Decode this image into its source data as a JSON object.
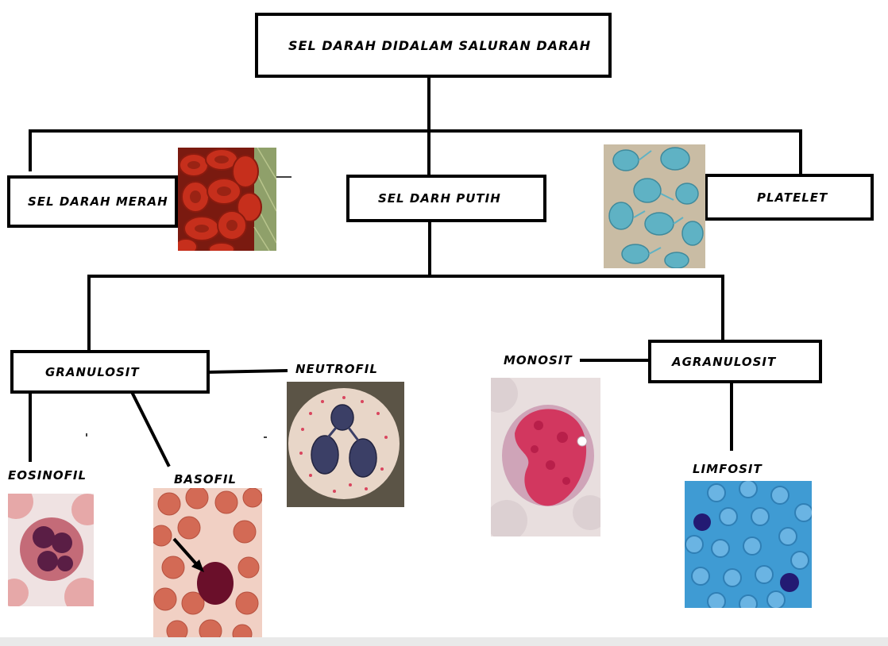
{
  "title": "SEL DARAH DIDALAM SALURAN DARAH",
  "nodes": {
    "red": "SEL DARAH MERAH",
    "white": "SEL DARH PUTIH",
    "platelet": "PLATELET",
    "granulosit": "GRANULOSIT",
    "agranulosit": "AGRANULOSIT",
    "neutrofil": "NEUTROFIL",
    "monosit": "MONOSIT",
    "eosinofil": "EOSINOFIL",
    "basofil": "BASOFIL",
    "limfosit": "LIMFOSIT"
  },
  "colors": {
    "line": "#000000",
    "box_border": "#000000",
    "red_cell": "#c62f1c",
    "platelet_cell": "#5fb2c4",
    "stain_purple": "#3a1940",
    "lymph_bg": "#3f9bd3"
  },
  "images": [
    "red-blood-cells-photo",
    "platelet-photo",
    "neutrophil-photo",
    "monocyte-photo",
    "eosinophil-photo",
    "basophil-photo",
    "lymphocyte-photo"
  ]
}
